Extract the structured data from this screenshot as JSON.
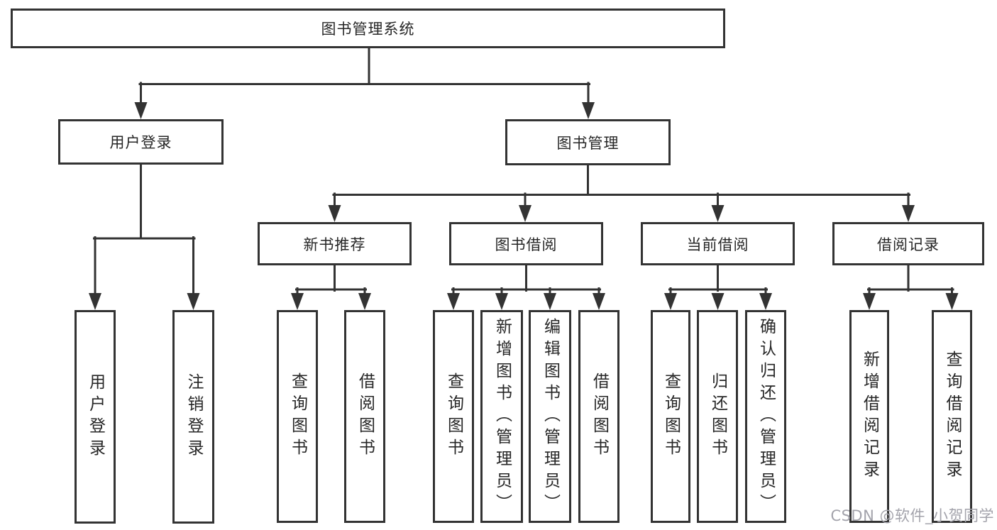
{
  "diagram": {
    "root": "图书管理系统",
    "branches": {
      "user_login": {
        "label": "用户登录",
        "children": [
          "用户登录",
          "注销登录"
        ]
      },
      "book_mgmt": {
        "label": "图书管理",
        "children": {
          "new_book": {
            "label": "新书推荐",
            "children": [
              "查询图书",
              "借阅图书"
            ]
          },
          "borrow": {
            "label": "图书借阅",
            "children": [
              "查询图书",
              "新增图书（管理员）",
              "编辑图书（管理员）",
              "借阅图书"
            ]
          },
          "current": {
            "label": "当前借阅",
            "children": [
              "查询图书",
              "归还图书",
              "确认归还（管理员）"
            ]
          },
          "records": {
            "label": "借阅记录",
            "children": [
              "新增借阅记录",
              "查询借阅记录"
            ]
          }
        }
      }
    }
  },
  "watermark": "CSDN @软件_小贺同学",
  "colors": {
    "line": "#333333",
    "text": "#262626",
    "watermark_color": "#a3a3ab",
    "background": "#ffffff"
  }
}
